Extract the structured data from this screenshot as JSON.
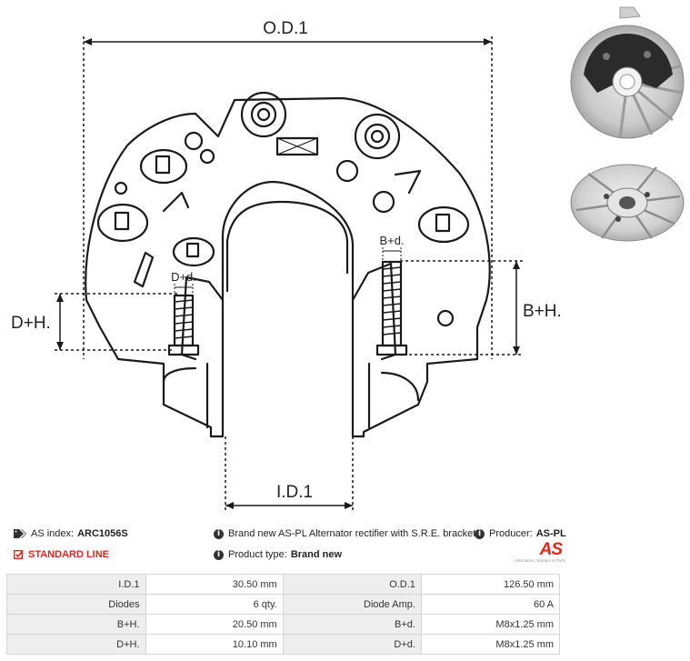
{
  "drawing": {
    "od_label": "O.D.1",
    "id_label": "I.D.1",
    "dh_label": "D+H.",
    "bh_label": "B+H.",
    "dd_label": "D+d.",
    "bd_label": "B+d."
  },
  "photos": {
    "top_alt": "alternator bracket front",
    "bottom_alt": "alternator bracket back"
  },
  "info": {
    "as_index_label": "AS index:",
    "as_index_value": "ARC1056S",
    "description": "Brand new AS-PL Alternator rectifier with S.R.E. bracket",
    "producer_label": "Producer:",
    "producer_value": "AS-PL",
    "line": "STANDARD LINE",
    "product_type_label": "Product type:",
    "product_type_value": "Brand new"
  },
  "logo": {
    "brand": "AS",
    "tagline": "Alternators, Starters & Parts"
  },
  "specs": [
    {
      "l1": "I.D.1",
      "v1": "30.50 mm",
      "l2": "O.D.1",
      "v2": "126.50 mm"
    },
    {
      "l1": "Diodes",
      "v1": "6 qty.",
      "l2": "Diode Amp.",
      "v2": "60 A"
    },
    {
      "l1": "B+H.",
      "v1": "20.50 mm",
      "l2": "B+d.",
      "v2": "M8x1.25 mm"
    },
    {
      "l1": "D+H.",
      "v1": "10.10 mm",
      "l2": "D+d.",
      "v2": "M8x1.25 mm"
    }
  ],
  "colors": {
    "accent": "#e2261c",
    "label_bg": "#eeeeee",
    "border": "#d4d4d4"
  }
}
